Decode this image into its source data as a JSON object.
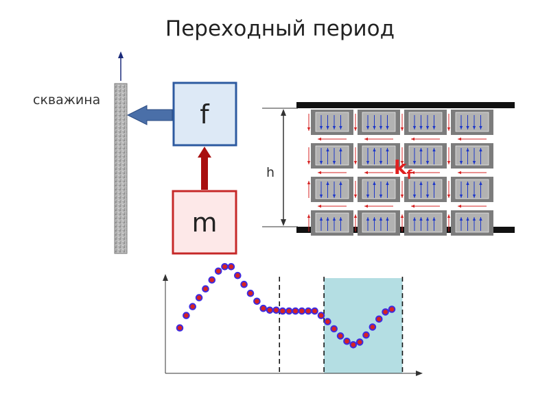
{
  "title": "Переходный период",
  "well_label": "скважина",
  "box_f_label": "f",
  "box_m_label": "m",
  "height_label": "h",
  "kf_main": "k",
  "kf_sub": "f",
  "colors": {
    "f_box_border": "#2d5aa0",
    "f_box_fill": "#dde9f6",
    "m_box_border": "#c62828",
    "m_box_fill": "#fde8e8",
    "arrow_red": "#a80f0f",
    "arrow_blue": "#4a6fa8",
    "well_fill": "#b4b4b4",
    "plate": "#111111",
    "block_outer": "#7c7c7c",
    "block_inner": "#b2b2b2",
    "flow_blue": "#1b35c9",
    "flow_red": "#d42020",
    "highlight": "#b4dee3",
    "dot_fill": "#d62323",
    "dot_stroke": "#3e2be0"
  },
  "grid": {
    "rows": 4,
    "cols": 4,
    "row_flow": [
      "down",
      "both",
      "both",
      "up"
    ]
  },
  "chart_data": {
    "type": "scatter",
    "title": "",
    "xlabel": "",
    "ylabel": "",
    "values": [
      0.28,
      0.42,
      0.52,
      0.62,
      0.72,
      0.82,
      0.92,
      0.97,
      0.97,
      0.87,
      0.77,
      0.67,
      0.58,
      0.5,
      0.48,
      0.48,
      0.47,
      0.47,
      0.47,
      0.47,
      0.47,
      0.47,
      0.42,
      0.35,
      0.27,
      0.19,
      0.13,
      0.09,
      0.12,
      0.2,
      0.29,
      0.38,
      0.46,
      0.49
    ],
    "dashed_markers": [
      0.47,
      0.68
    ],
    "highlight_range": [
      0.68,
      1.05
    ]
  }
}
